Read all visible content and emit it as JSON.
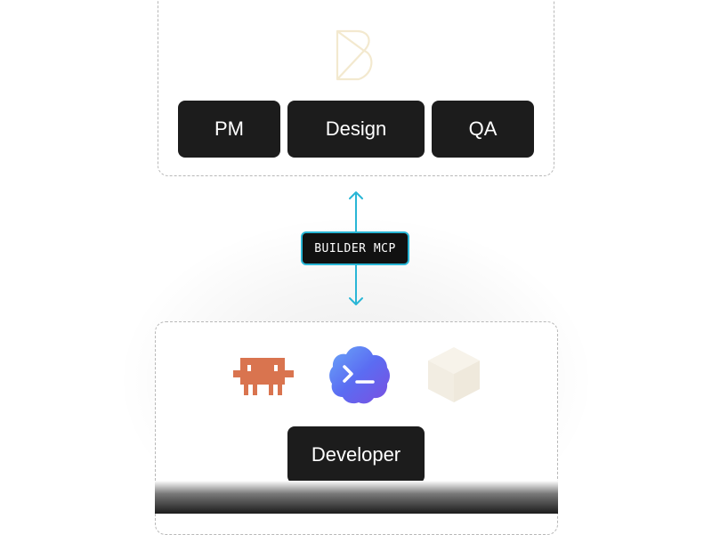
{
  "roles": {
    "pm": "PM",
    "design": "Design",
    "qa": "QA"
  },
  "connector": {
    "label": "BUILDER MCP",
    "color": "#29b6d6"
  },
  "developer": {
    "label": "Developer"
  },
  "icons": {
    "top_logo": "builder-logo-icon",
    "tools": [
      "claude-code-icon",
      "cursor-terminal-icon",
      "cube-icon"
    ]
  },
  "colors": {
    "button_bg": "#1c1c1c",
    "button_text": "#ffffff",
    "claude_orange": "#d9744f",
    "cursor_blue": "#5b6cf2"
  }
}
